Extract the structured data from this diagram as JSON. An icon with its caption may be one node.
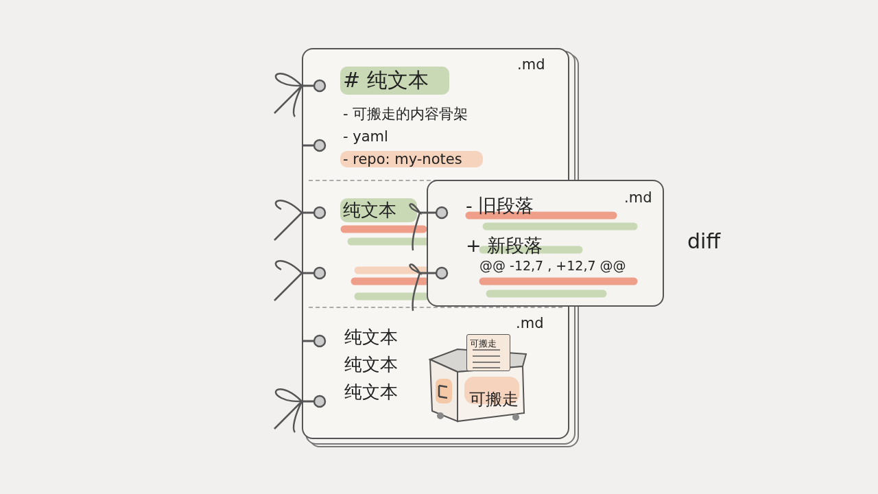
{
  "diagram": {
    "nodes": [
      {
        "text": [],
        "shape": "box"
      },
      {
        "text": [
          ".md",
          "# 纯文本",
          "- 可搬走的内容骨架",
          "- yaml",
          "- repo: my-notes"
        ],
        "in": 0
      },
      {
        "text": [
          "纯文本"
        ],
        "in": 0
      },
      {
        "text": [
          ".md",
          "纯文本",
          "纯文本",
          "纯文本"
        ],
        "in": 0
      },
      {
        "text": [
          "可搬走"
        ],
        "in": 3
      },
      {
        "text": [
          "可搬走"
        ],
        "in": 3
      },
      {
        "text": [
          ".md",
          "- 旧段落",
          "+ 新段落",
          "@@ -12,7 , +12,7 @@"
        ]
      }
    ],
    "edges": [],
    "labels": [
      "diff"
    ]
  }
}
